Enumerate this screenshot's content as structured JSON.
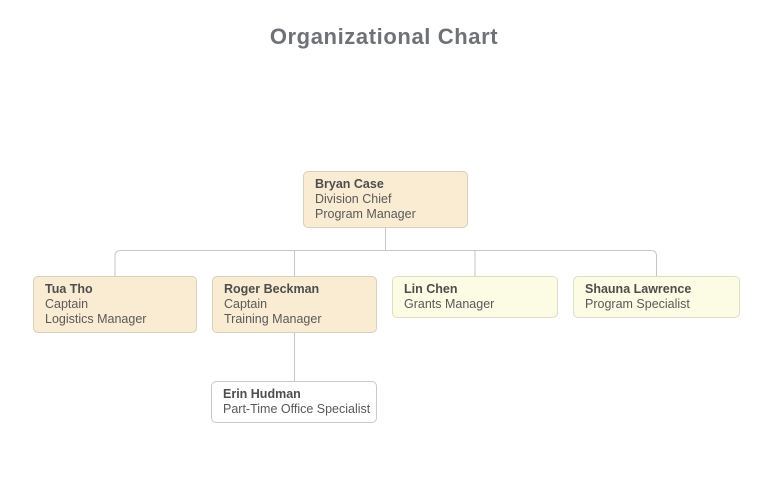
{
  "page": {
    "title": "Organizational Chart"
  },
  "colors": {
    "page_bg": "#ffffff",
    "title_text": "#6e7277",
    "name_text": "#4d4d4d",
    "role_text": "#595959",
    "connector": "#c6c6c6",
    "peach_fill": "#faecd3",
    "peach_border": "#d9cfbc",
    "cream_fill": "#fcfbe3",
    "cream_border": "#deddc8",
    "white_fill": "#ffffff",
    "white_border": "#c9c9c9"
  },
  "nodes": [
    {
      "id": "bryan-case",
      "name": "Bryan Case",
      "roles": [
        "Division Chief",
        "Program Manager"
      ],
      "variant": "peach",
      "reports_to": null
    },
    {
      "id": "tua-tho",
      "name": "Tua Tho",
      "roles": [
        "Captain",
        "Logistics Manager"
      ],
      "variant": "peach",
      "reports_to": "bryan-case"
    },
    {
      "id": "roger-beckman",
      "name": "Roger Beckman",
      "roles": [
        "Captain",
        "Training Manager"
      ],
      "variant": "peach",
      "reports_to": "bryan-case"
    },
    {
      "id": "lin-chen",
      "name": "Lin Chen",
      "roles": [
        "Grants Manager"
      ],
      "variant": "cream",
      "reports_to": "bryan-case"
    },
    {
      "id": "shauna-lawrence",
      "name": "Shauna Lawrence",
      "roles": [
        "Program Specialist"
      ],
      "variant": "cream",
      "reports_to": "bryan-case"
    },
    {
      "id": "erin-hudman",
      "name": "Erin Hudman",
      "roles": [
        "Part-Time Office Specialist"
      ],
      "variant": "white",
      "reports_to": "roger-beckman"
    }
  ]
}
